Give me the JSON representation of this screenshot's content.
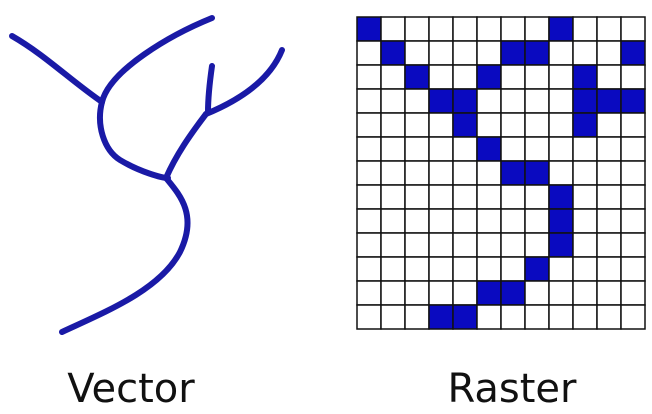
{
  "labels": {
    "vector": "Vector",
    "raster": "Raster"
  },
  "colors": {
    "stroke": "#1a1aa6",
    "cell_fill": "#0a0ac0",
    "grid_line": "#111111",
    "background": "#ffffff"
  },
  "raster_grid": {
    "rows": 13,
    "cols": 12,
    "filled_cells": [
      [
        0,
        0
      ],
      [
        0,
        8
      ],
      [
        1,
        1
      ],
      [
        1,
        6
      ],
      [
        1,
        7
      ],
      [
        1,
        11
      ],
      [
        2,
        2
      ],
      [
        2,
        5
      ],
      [
        2,
        9
      ],
      [
        3,
        3
      ],
      [
        3,
        4
      ],
      [
        3,
        9
      ],
      [
        3,
        10
      ],
      [
        3,
        11
      ],
      [
        4,
        4
      ],
      [
        4,
        9
      ],
      [
        5,
        5
      ],
      [
        6,
        6
      ],
      [
        6,
        7
      ],
      [
        7,
        8
      ],
      [
        8,
        8
      ],
      [
        9,
        8
      ],
      [
        10,
        7
      ],
      [
        11,
        5
      ],
      [
        11,
        6
      ],
      [
        12,
        3
      ],
      [
        12,
        4
      ]
    ]
  }
}
